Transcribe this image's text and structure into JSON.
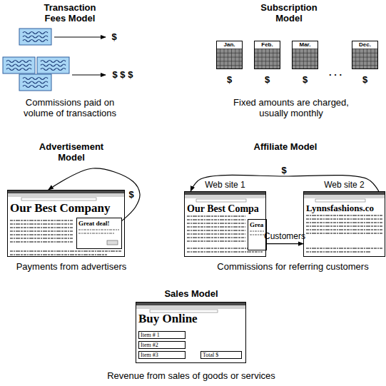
{
  "diagram": {
    "nodes": [
      {
        "text": [
          "Jan."
        ]
      },
      {
        "text": [
          "Feb."
        ]
      },
      {
        "text": [
          "Mar."
        ]
      },
      {
        "text": [
          "Dec."
        ]
      },
      {
        "text": [
          "Our Best Company"
        ]
      },
      {
        "text": [
          "Great deal!"
        ],
        "in": 4
      },
      {
        "text": [
          "Web site 1",
          "Our Best Compa"
        ]
      },
      {
        "text": [
          "Grea"
        ],
        "in": 6
      },
      {
        "text": [
          "Web site 2",
          "Lynnsfashions.co"
        ]
      },
      {
        "text": [
          "Buy Online"
        ]
      },
      {
        "text": [
          "Item # 1"
        ],
        "in": 9
      },
      {
        "text": [
          "Item #2"
        ],
        "in": 9
      },
      {
        "text": [
          "Item #3"
        ],
        "in": 9
      },
      {
        "text": [
          "Total $"
        ],
        "in": 9
      }
    ],
    "edges": [
      {
        "from": 5,
        "to": 4,
        "label": "$",
        "arrow": "to"
      },
      {
        "from": 8,
        "to": 6,
        "label": "$",
        "arrow": "to"
      },
      {
        "from": 6,
        "to": 8,
        "label": "Customers",
        "arrow": "to"
      }
    ],
    "labels": [
      "Transaction Fees Model",
      "$",
      "$ $ $",
      "Commissions paid on volume of transactions",
      "Subscription Model",
      "$",
      "$",
      "$",
      ". . .",
      "$",
      "Fixed amounts are charged, usually monthly",
      "Advertisement Model",
      "Payments from advertisers",
      "Affiliate Model",
      "Commissions for referring customers",
      "Sales Model",
      "Revenue from sales of goods or services"
    ]
  }
}
